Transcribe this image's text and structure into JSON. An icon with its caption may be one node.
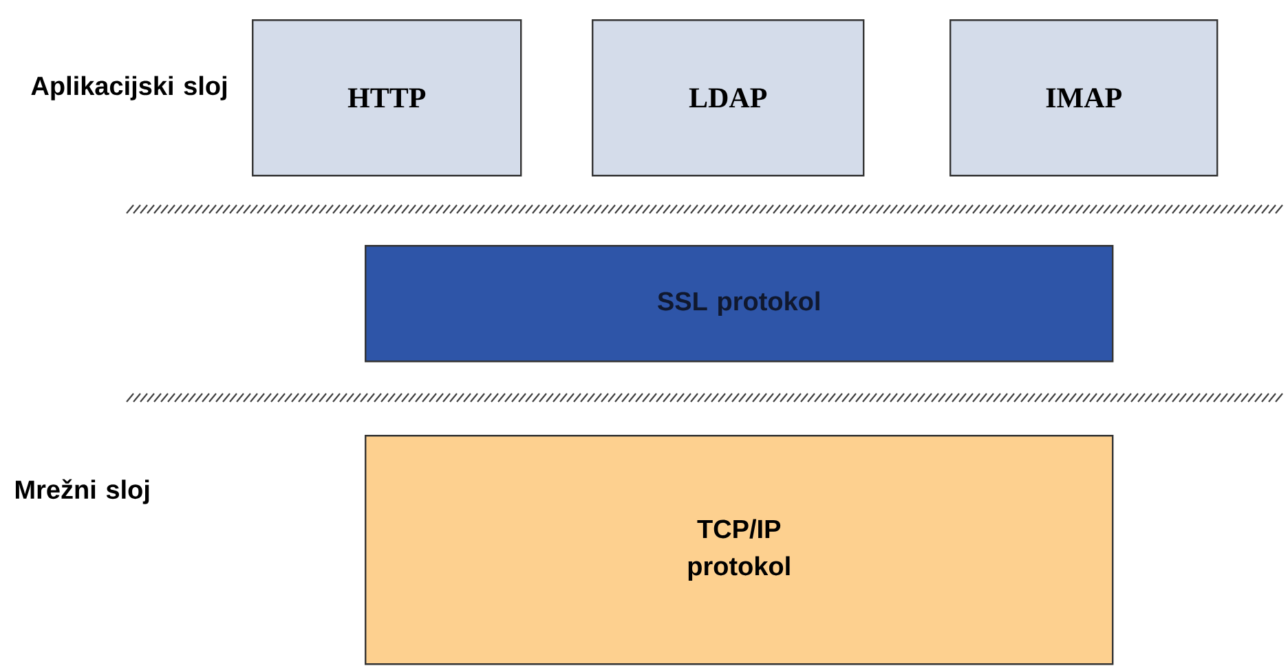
{
  "diagram": {
    "nodes": [
      {
        "text": [
          "HTTP"
        ]
      },
      {
        "text": [
          "LDAP"
        ]
      },
      {
        "text": [
          "IMAP"
        ]
      },
      {
        "text": [
          "SSL protokol"
        ]
      },
      {
        "text": [
          "TCP/IP protokol"
        ]
      }
    ],
    "labels": [
      "Aplikacijski sloj",
      "Mrežni sloj"
    ]
  }
}
